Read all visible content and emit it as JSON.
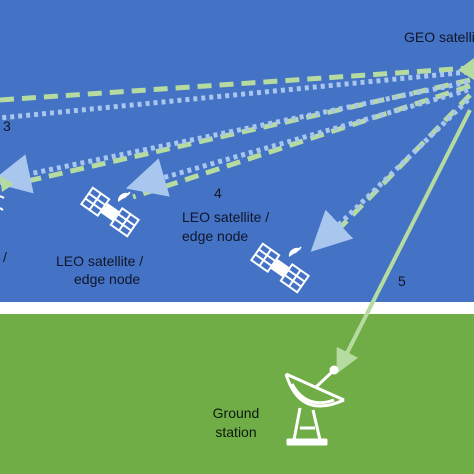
{
  "colors": {
    "space": "#4472c4",
    "ground": "#70ad47",
    "strip": "#ffffff",
    "arrow_green": "#b6dba0",
    "arrow_blue": "#a8c6ee",
    "icon": "#ffffff"
  },
  "labels": {
    "geo": "GEO satellit",
    "leo_a_line1": "LEO satellite /",
    "leo_a_line2": "edge node",
    "leo_b_line1": "LEO satellite /",
    "leo_b_line2": "edge node",
    "ground_line1": "Ground",
    "ground_line2": "station",
    "step3": "3",
    "step4": "4",
    "step5": "5",
    "edge_slash": "/"
  },
  "icons": {
    "leo_a": "satellite-icon",
    "leo_b": "satellite-icon",
    "ground": "satellite-dish-icon"
  }
}
